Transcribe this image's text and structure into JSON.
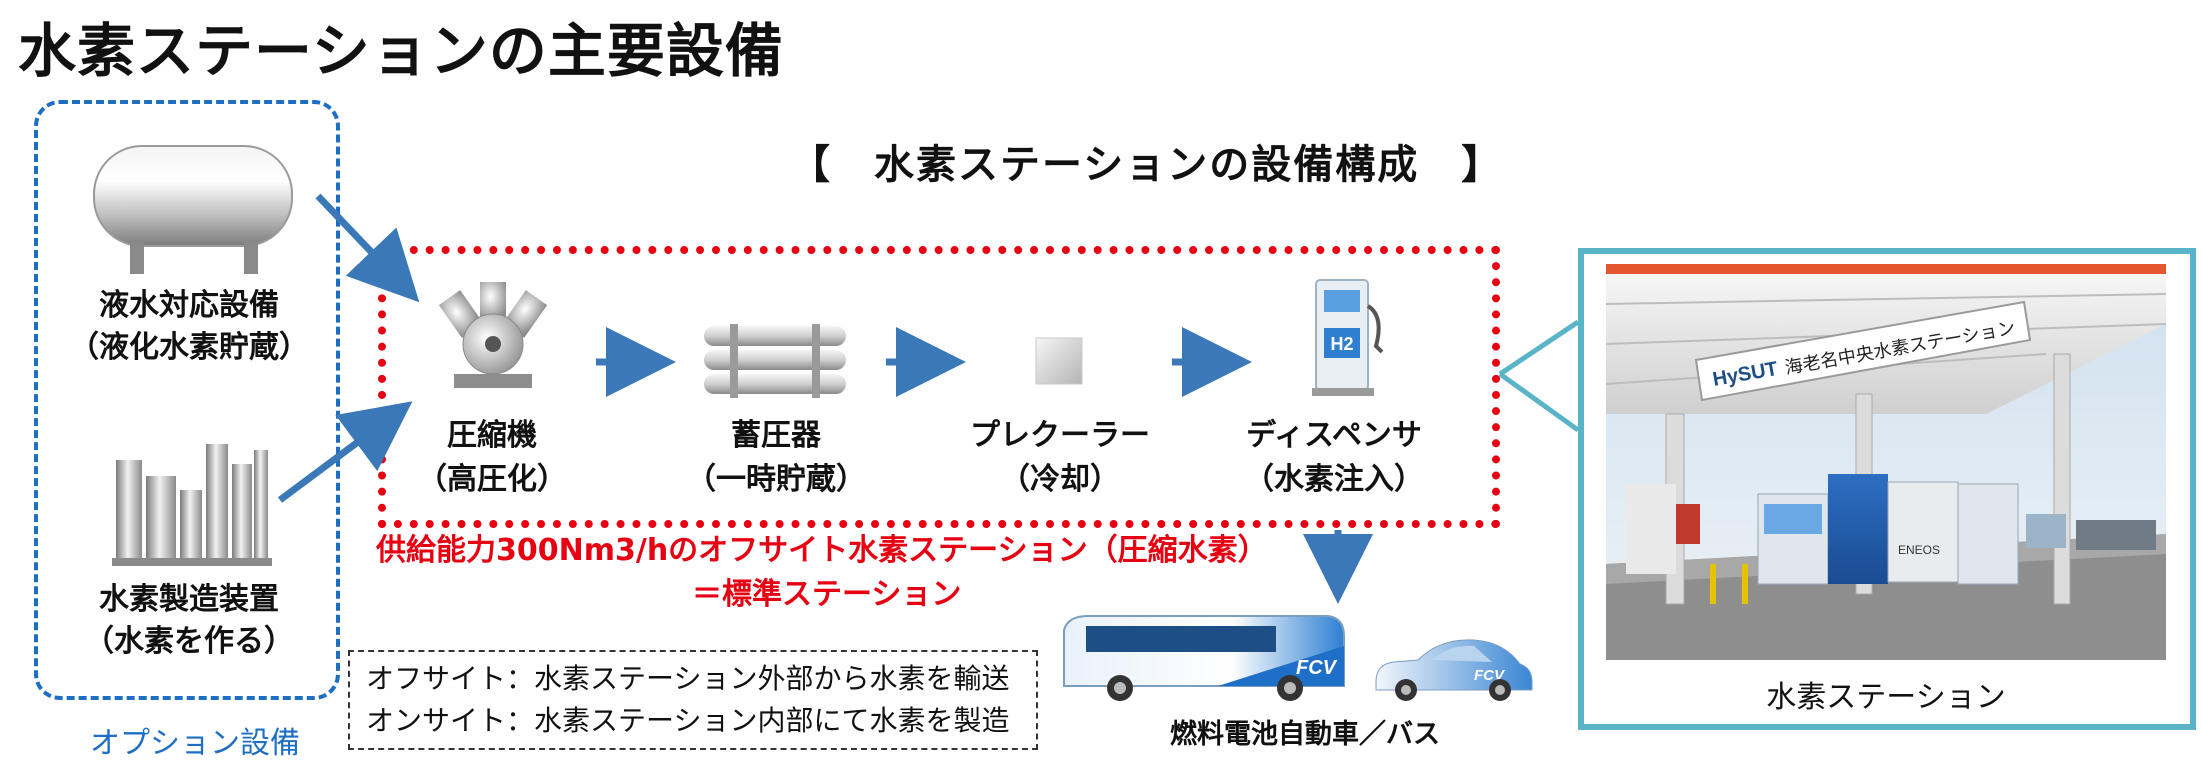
{
  "page_title": "水素ステーションの主要設備",
  "config_title": "【　水素ステーションの設備構成　】",
  "option_box": {
    "label": "オプション設備",
    "items": [
      {
        "name": "液水対応設備",
        "sub": "（液化水素貯蔵）"
      },
      {
        "name": "水素製造装置",
        "sub": "（水素を作る）"
      }
    ]
  },
  "process": [
    {
      "name": "圧縮機",
      "sub": "（高圧化）"
    },
    {
      "name": "蓄圧器",
      "sub": "（一時貯蔵）"
    },
    {
      "name": "プレクーラー",
      "sub": "（冷却）"
    },
    {
      "name": "ディスペンサ",
      "sub": "（水素注入）"
    }
  ],
  "standard_note": {
    "line1": "供給能力300Nm3/hのオフサイト水素ステーション（圧縮水素）",
    "line2": "＝標準ステーション"
  },
  "definitions": [
    "オフサイト：水素ステーション外部から水素を輸送",
    "オンサイト：水素ステーション内部にて水素を製造"
  ],
  "vehicles": {
    "caption": "燃料電池自動車／バス",
    "bus_badge": "FCV",
    "car_badge": "FCV"
  },
  "photo": {
    "caption": "水素ステーション",
    "sign_brand": "HySUT",
    "sign_text": "海老名中央水素ステーション",
    "dispenser_brand": "ENEOS"
  },
  "dispenser_icon_text": "H2",
  "colors": {
    "option_border": "#1e6fc4",
    "red_border": "#e60012",
    "arrow": "#3b78b8",
    "frame": "#5ab4c8"
  }
}
